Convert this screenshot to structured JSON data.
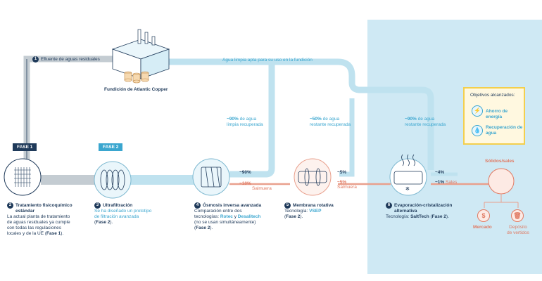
{
  "colors": {
    "navy": "#1f3a5a",
    "cyan": "#3aa6cf",
    "light_blue_panel": "#cfe9f4",
    "pipe_gray": "#b9c4cc",
    "pipe_blue": "#bfe2ef",
    "salmon": "#e07a63",
    "yellow_border": "#f3cf4d"
  },
  "top": {
    "effluent_label": "Efluente de aguas residuales",
    "clean_water_label": "Agua limpia apta para su uso en la fundición",
    "foundry_label": "Fundición de Atlantic Copper"
  },
  "phases": {
    "phase1": "FASE 1",
    "phase2": "FASE 2"
  },
  "recovery_notes": {
    "ro": {
      "value": "~90%",
      "text": " de agua",
      "line2": "limpia recuperada"
    },
    "membrane": {
      "value": "~50%",
      "text": " de agua",
      "line2": "restante recuperada"
    },
    "evap": {
      "value": "~90%",
      "text": " de agua",
      "line2": "restante recuperada"
    }
  },
  "flows": {
    "ro_water": "~90%",
    "ro_brine": "~10%",
    "ro_brine_label": "Salmuera",
    "mem_water": "~5%",
    "mem_brine": "~5%",
    "mem_brine_label": "Salmuera",
    "evap_water": "~4%",
    "evap_salts": "~1%",
    "evap_salts_label": "Sales"
  },
  "steps": [
    {
      "number": "2",
      "title_l1": "Tratamiento fisicoquímico",
      "title_l2": "estándar",
      "body": [
        "La actual planta de tratamiento",
        "de aguas residuales ya cumple",
        "con todas las regulaciones"
      ],
      "body_end_pre": "locales y de la UE (",
      "body_end_bold": "Fase 1",
      "body_end_post": ")."
    },
    {
      "number": "3",
      "title_l1": "Ultrafiltración",
      "body": [
        "Se ha diseñado un prototipo",
        "de filtración avanzada"
      ],
      "body_end_pre": "(",
      "body_end_bold": "Fase 2",
      "body_end_post": ")."
    },
    {
      "number": "4",
      "title_l1": "Ósmosis inversa avanzada",
      "body": [
        "Comparación entre dos"
      ],
      "tech_pre": "tecnologías: ",
      "tech_a": "Rotec",
      "tech_mid": " y ",
      "tech_b": "Desalitech",
      "body2": "(no se usan simultáneamente)",
      "body_end_pre": "(",
      "body_end_bold": "Fase 2",
      "body_end_post": ")."
    },
    {
      "number": "5",
      "title_l1": "Membrana rotativa",
      "tech_pre": "Tecnología: ",
      "tech_a": "VSEP",
      "body_end_pre": "(",
      "body_end_bold": "Fase 2",
      "body_end_post": ")."
    },
    {
      "number": "6",
      "title_l1": "Evaporación-cristalización",
      "title_l2": "alternativa",
      "tech_pre": "Tecnología: ",
      "tech_a": "SaltTech",
      "tech_mid": " (",
      "tech_b": "Fase 2",
      "tech_post": ")."
    }
  ],
  "step1": {
    "number": "1"
  },
  "objectives": {
    "title": "Objetivos alcanzados:",
    "items": [
      {
        "icon": "lightning-icon",
        "label_l1": "Ahorro de energía",
        "label_l2": ""
      },
      {
        "icon": "water-drop-icon",
        "label_l1": "Recuperación de",
        "label_l2": "agua"
      }
    ]
  },
  "outputs": {
    "solids_label": "Sólidos/sales",
    "market_label": "Mercado",
    "market_icon": "dollar-icon",
    "landfill_label_l1": "Depósito",
    "landfill_label_l2": "de vertidos",
    "landfill_icon": "bin-icon"
  }
}
